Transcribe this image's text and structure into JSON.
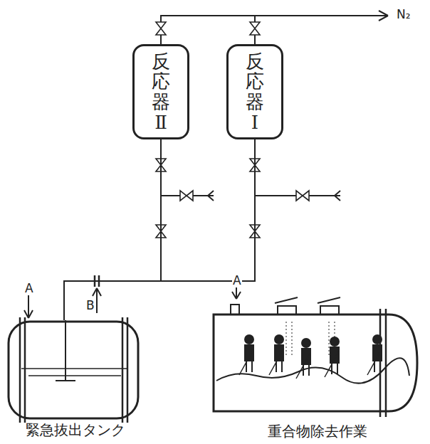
{
  "diagram": {
    "nodes": [
      {
        "text": [
          "反応器Ⅱ"
        ]
      },
      {
        "text": [
          "反応器Ⅰ"
        ]
      },
      {
        "text": [
          "緊急抜出タンク"
        ]
      },
      {
        "text": [
          "重合物除去作業"
        ]
      }
    ],
    "edges": [
      {
        "from": 0,
        "to": 2,
        "arrow": "none"
      },
      {
        "from": 1,
        "to": 2,
        "arrow": "none"
      }
    ],
    "labels": [
      "N₂",
      "A",
      "B",
      "A"
    ]
  }
}
